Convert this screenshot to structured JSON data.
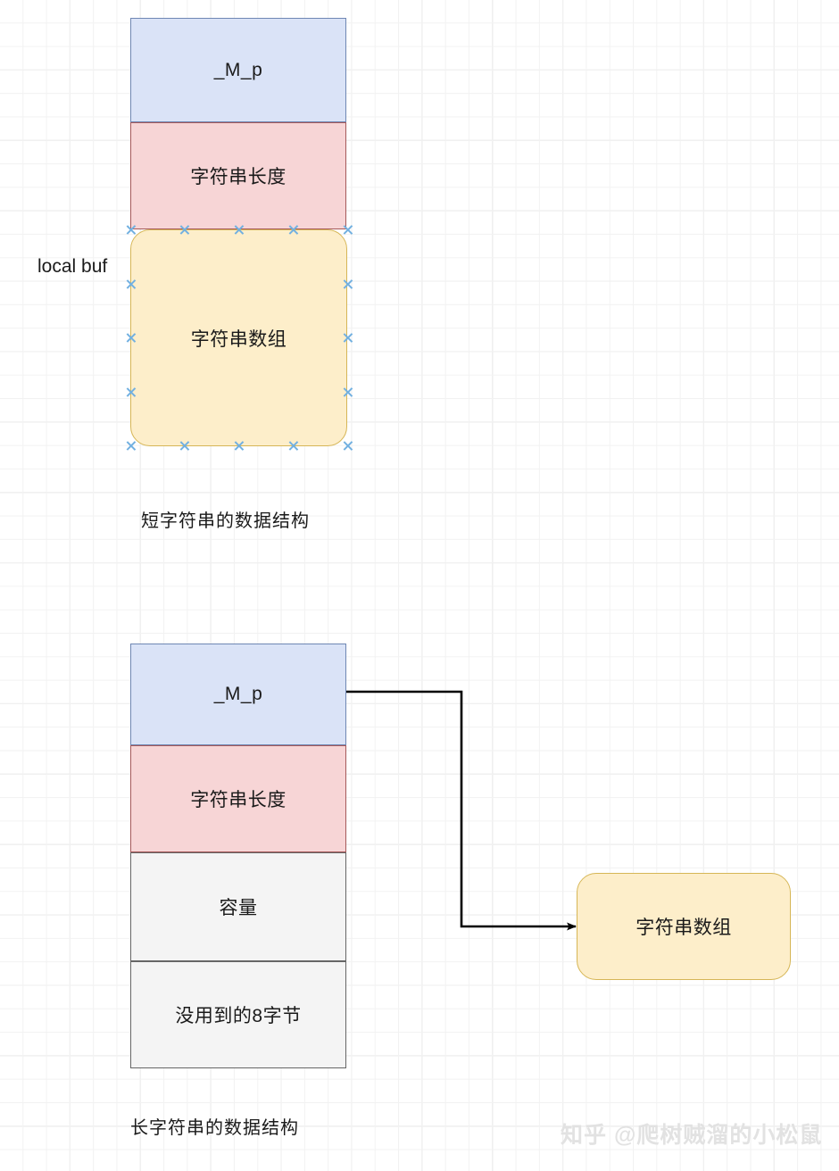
{
  "diagram": {
    "title_short": "短字符串的数据结构",
    "title_long": "长字符串的数据结构",
    "short_struct": {
      "ptr_label": "_M_p",
      "len_label": "字符串长度",
      "buf_label": "字符串数组",
      "side_label": "local buf"
    },
    "long_struct": {
      "ptr_label": "_M_p",
      "len_label": "字符串长度",
      "cap_label": "容量",
      "unused_label": "没用到的8字节",
      "heap_label": "字符串数组"
    },
    "colors": {
      "pointer_fill": "#dae3f7",
      "pointer_stroke": "#6f87b3",
      "length_fill": "#f7d5d6",
      "length_stroke": "#a5595a",
      "buffer_fill": "#fdeeca",
      "buffer_stroke": "#d6b656",
      "neutral_fill": "#f4f4f4",
      "neutral_stroke": "#666666",
      "handle": "#72b0e0",
      "connector": "#000000"
    }
  },
  "watermark": {
    "text": "知乎 @爬树贼溜的小松鼠"
  }
}
